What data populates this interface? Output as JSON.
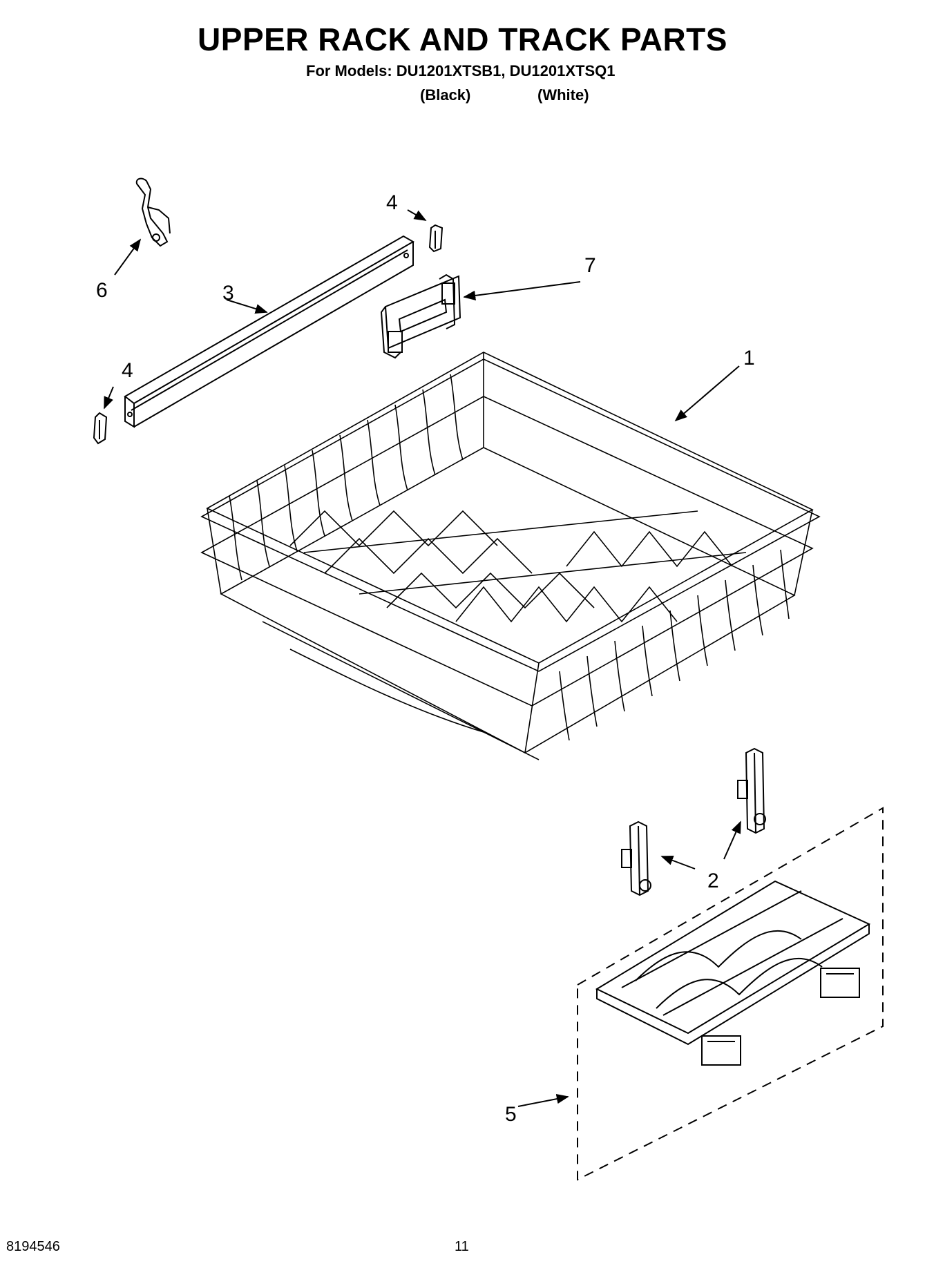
{
  "header": {
    "title": "UPPER RACK AND TRACK PARTS",
    "models_line": "For Models: DU1201XTSB1, DU1201XTSQ1",
    "variant_black": "(Black)",
    "variant_white": "(White)"
  },
  "callouts": {
    "rack": "1",
    "wheel_assembly": "2",
    "track": "3",
    "track_stop_top": "4",
    "track_stop_left": "4",
    "cup_shelf_kit": "5",
    "clip": "6",
    "adjuster": "7"
  },
  "footer": {
    "document_number": "8194546",
    "page_number": "11"
  }
}
